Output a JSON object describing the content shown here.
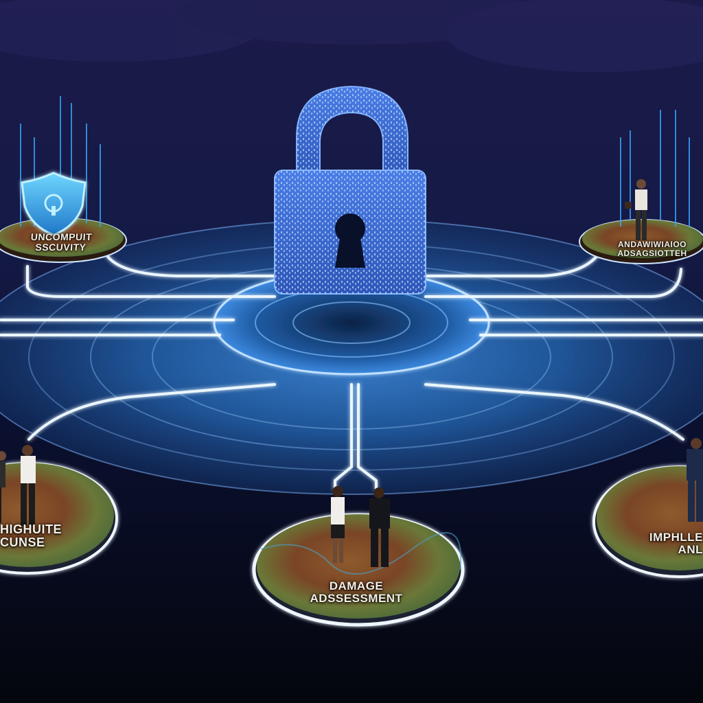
{
  "scene": {
    "colors": {
      "sky_top": "#1c1a4a",
      "sky_bottom": "#0b1030",
      "ground": "#060a14",
      "hologram_blue": "#2b7bd6",
      "circuit_glow": "#e8f4ff",
      "padlock_blue": "#3c6fd8",
      "terrain_brown": "#8a4d2a",
      "terrain_green": "#6b7a3a"
    },
    "icons": [
      "padlock-icon",
      "shield-icon",
      "keyhole-icon"
    ]
  },
  "platforms": {
    "top_left": {
      "line1": "UNCOMPUIT",
      "line2": "SSCUVITY"
    },
    "top_right": {
      "line1": "ANDAWIWIAIOO",
      "line2": "ADSAGSIOTTEH"
    },
    "bottom_left": {
      "line1": "HIGHUITE",
      "line2": "CUNSE"
    },
    "bottom_center": {
      "line1": "DAMAGE",
      "line2": "ADSSESSMENT"
    },
    "bottom_right": {
      "line1": "IMPHLLE",
      "line2": "ANL"
    }
  }
}
